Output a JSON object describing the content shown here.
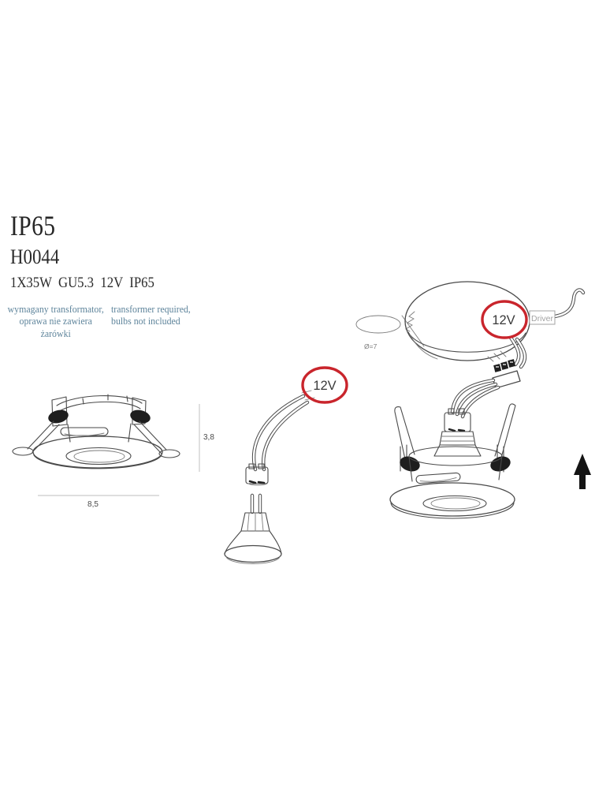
{
  "colors": {
    "accent_red": "#c9252c",
    "note_blue": "#5e849b",
    "line_dark": "#4a4a4a",
    "muted_gray": "#a3a3a3"
  },
  "header": {
    "protection_rating": "IP65",
    "model_number": "H0044",
    "specs_line": "1X35W  GU5.3  12V  IP65",
    "notes": {
      "pl": [
        "wymagany transformator,",
        "oprawa nie zawiera żarówki"
      ],
      "en": [
        "transformer required,",
        "bulbs not included"
      ]
    }
  },
  "side_view": {
    "height_dimension": "3,8",
    "diameter_dimension": "8,5"
  },
  "lamp_detail": {
    "voltage_badge": "12V"
  },
  "assembly": {
    "voltage_badge": "12V",
    "driver_label": "Driver",
    "cutout_diameter": "Ø=7"
  }
}
